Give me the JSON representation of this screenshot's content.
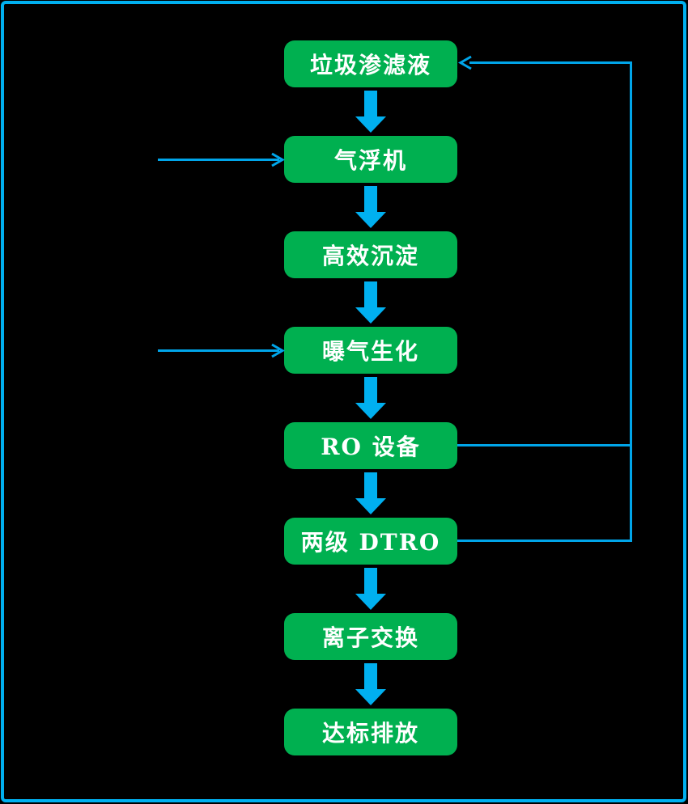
{
  "diagram": {
    "type": "flowchart",
    "nodes": [
      {
        "id": "leachate",
        "label": "垃圾渗滤液"
      },
      {
        "id": "air-flotation",
        "label": "气浮机"
      },
      {
        "id": "sedimentation",
        "label": "高效沉淀"
      },
      {
        "id": "aeration",
        "label": "曝气生化"
      },
      {
        "id": "ro-equipment",
        "label": "RO 设备"
      },
      {
        "id": "two-stage-dtro",
        "label": "两级 DTRO"
      },
      {
        "id": "ion-exchange",
        "label": "离子交换"
      },
      {
        "id": "discharge",
        "label": "达标排放"
      }
    ],
    "edges": [
      {
        "from": "leachate",
        "to": "air-flotation",
        "style": "block-arrow-down"
      },
      {
        "from": "air-flotation",
        "to": "sedimentation",
        "style": "block-arrow-down"
      },
      {
        "from": "sedimentation",
        "to": "aeration",
        "style": "block-arrow-down"
      },
      {
        "from": "aeration",
        "to": "ro-equipment",
        "style": "block-arrow-down"
      },
      {
        "from": "ro-equipment",
        "to": "two-stage-dtro",
        "style": "block-arrow-down"
      },
      {
        "from": "two-stage-dtro",
        "to": "ion-exchange",
        "style": "block-arrow-down"
      },
      {
        "from": "ion-exchange",
        "to": "discharge",
        "style": "block-arrow-down"
      },
      {
        "from": "ro-equipment",
        "to": "leachate",
        "style": "thin-line-recycle-right"
      },
      {
        "from": "two-stage-dtro",
        "to": "leachate",
        "style": "thin-line-recycle-right"
      },
      {
        "from": "external-left",
        "to": "air-flotation",
        "style": "thin-arrow-right"
      },
      {
        "from": "external-left",
        "to": "aeration",
        "style": "thin-arrow-right"
      }
    ],
    "colors": {
      "background": "#000000",
      "frame_border": "#00B0F0",
      "node_fill": "#00B050",
      "node_text": "#FFFFFF",
      "block_arrow": "#00B0F0",
      "connector_line": "#00A5E9"
    }
  }
}
